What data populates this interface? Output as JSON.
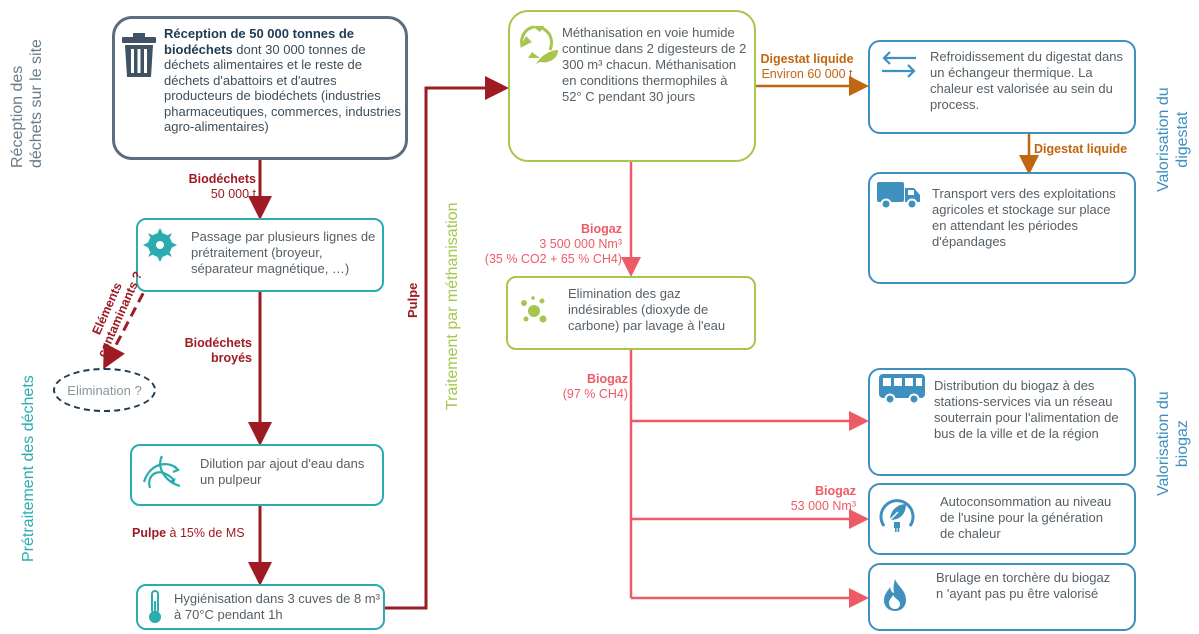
{
  "side_labels": {
    "reception": [
      "Réception des",
      "déchets sur le site"
    ],
    "pretraitement": "Prétraitement des déchets",
    "traitement": "Traitement par méthanisation",
    "valorisation_digestat": [
      "Valorisation du",
      "digestat"
    ],
    "valorisation_biogaz": [
      "Valorisation du",
      "biogaz"
    ]
  },
  "nodes": {
    "reception": {
      "bold": "Réception de 50 000 tonnes de biodéchets",
      "text": " dont 30 000 tonnes de déchets alimentaires et le reste de déchets d'abattoirs et d'autres producteurs de biodéchets (industries pharmaceutiques, commerces, industries agro-alimentaires)",
      "icon": "trash-bin-icon"
    },
    "pretraitement": {
      "text": "Passage par plusieurs lignes de prétraitement (broyeur, séparateur magnétique, …)",
      "icon": "saw-blade-icon"
    },
    "elimination": {
      "text": "Elimination ?"
    },
    "dilution": {
      "text": "Dilution par ajout d'eau dans un pulpeur",
      "icon": "water-swirl-icon"
    },
    "hygienisation": {
      "text": "Hygiénisation dans 3 cuves de 8 m³ à 70°C pendant 1h",
      "icon": "thermometer-icon"
    },
    "methanisation": {
      "text": "Méthanisation en voie humide continue dans 2 digesteurs de 2 300 m³ chacun. Méthanisation en conditions thermophiles à 52° C pendant 30 jours",
      "icon": "recycle-leaf-icon"
    },
    "epuration": {
      "text": "Elimination des gaz indésirables (dioxyde de carbone) par lavage à l'eau",
      "icon": "bubbles-icon"
    },
    "refroidissement": {
      "text": "Refroidissement du digestat dans un échangeur thermique. La chaleur est valorisée au sein du process.",
      "icon": "exchange-arrows-icon"
    },
    "transport": {
      "text": "Transport vers des exploitations agricoles et stockage sur place en attendant les périodes d'épandages",
      "icon": "truck-icon"
    },
    "distribution": {
      "text": "Distribution du biogaz à des stations-services via un réseau souterrain pour l'alimentation de bus de la ville et de la région",
      "icon": "bus-icon"
    },
    "autoconsommation": {
      "text": "Autoconsommation au niveau de l'usine pour la génération de chaleur",
      "icon": "plug-leaf-icon"
    },
    "torchere": {
      "text": "Brulage en torchère du biogaz n 'ayant pas pu être valorisé",
      "icon": "flame-icon"
    }
  },
  "edges": {
    "biodechets": {
      "bold": "Biodéchets",
      "value": "50 000 t"
    },
    "broyes": {
      "bold1": "Biodéchets",
      "bold2": "broyés"
    },
    "contaminants": {
      "line1": "Eléments",
      "line2": "contaminants ?"
    },
    "pulpe15": {
      "bold": "Pulpe",
      "rest": " à 15% de MS"
    },
    "pulpe": "Pulpe",
    "digestat1": {
      "bold": "Digestat liquide",
      "value": "Environ 60 000 t"
    },
    "digestat2": {
      "bold": "Digestat liquide"
    },
    "biogaz1": {
      "bold": "Biogaz",
      "value": "3 500 000 Nm³",
      "composition": "(35 % CO2 + 65 % CH4)"
    },
    "biogaz2": {
      "bold": "Biogaz",
      "composition": "(97 % CH4)"
    },
    "biogaz3": {
      "bold": "Biogaz",
      "value": "53 000 Nm³"
    }
  },
  "colors": {
    "slate": "#5a6e7f",
    "teal": "#2aacb0",
    "lime": "#a6c64d",
    "blue": "#3f8fbf",
    "dark_red": "#9e1b24",
    "salmon": "#ec5b66",
    "orange": "#c0660f",
    "navy": "#1f3b52"
  }
}
